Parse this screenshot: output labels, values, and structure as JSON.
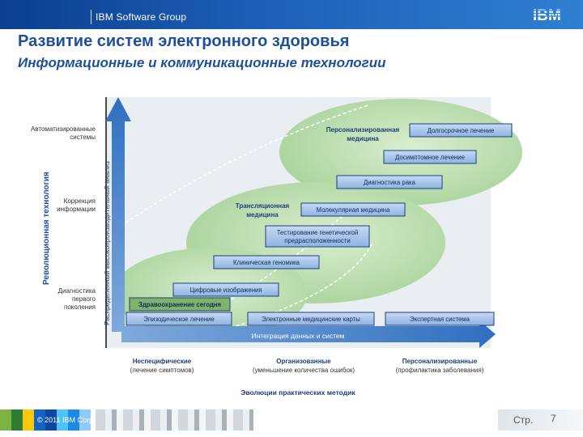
{
  "header": {
    "group_label": "IBM Software Group",
    "logo_text": "IBM"
  },
  "title": "Развитие систем электронного здоровья",
  "subtitle": "Информационные и коммуникационные технологии",
  "diagram": {
    "y_axis_title": "Революционная технология",
    "y_axis_secondary_title": "Распределенный высокопроизводительный анализ",
    "y_axis_levels": [
      [
        "Автоматизированные",
        "системы"
      ],
      [
        "Коррекция",
        "информации"
      ],
      [
        "Диагностика",
        "первого",
        "поколения"
      ]
    ],
    "x_axis_title": "Эволюции практических методик",
    "x_axis_bar_label": "Интеграция данных и систем",
    "x_axis_levels": [
      {
        "name": "Неспецифические",
        "detail": "(лечение симптомов)"
      },
      {
        "name": "Организованные",
        "detail": "(уменьшение количества ошибок)"
      },
      {
        "name": "Персонализированные",
        "detail": "(профилактика заболевания)"
      }
    ],
    "zones": [
      {
        "label": [
          "Персонализированная",
          "медицина"
        ]
      },
      {
        "label": [
          "Трансляционная",
          "медицина"
        ]
      },
      {
        "label": [
          "Здравоохранение сегодня"
        ]
      }
    ],
    "boxes": {
      "long_term": "Долгосрочное лечение",
      "presymptom": "Досимптомное лечение",
      "cancer_dx": "Диагностика рака",
      "molecular": "Молекулярная медицина",
      "genetic_test": [
        "Тестирование генетической",
        "предрасположенности"
      ],
      "clinical_genomics": "Клиническая геномика",
      "digital_images": "Цифровые изображения",
      "episodic": "Эпизодическое лечение",
      "emr": "Электронные медицинские карты",
      "expert_system": "Экспертная система"
    }
  },
  "footer": {
    "copyright": "© 2011 IBM Corporation",
    "page_label": "Стр.",
    "page_number": "7"
  },
  "colors": {
    "brand_blue": "#1d4f9c",
    "header_blue": "#0b3f8f",
    "arrow_blue": "#2f6fc0",
    "box_fill": "#a9c6ea",
    "box_border": "#1f3f7a",
    "zone_green": "#bfe0b4"
  }
}
